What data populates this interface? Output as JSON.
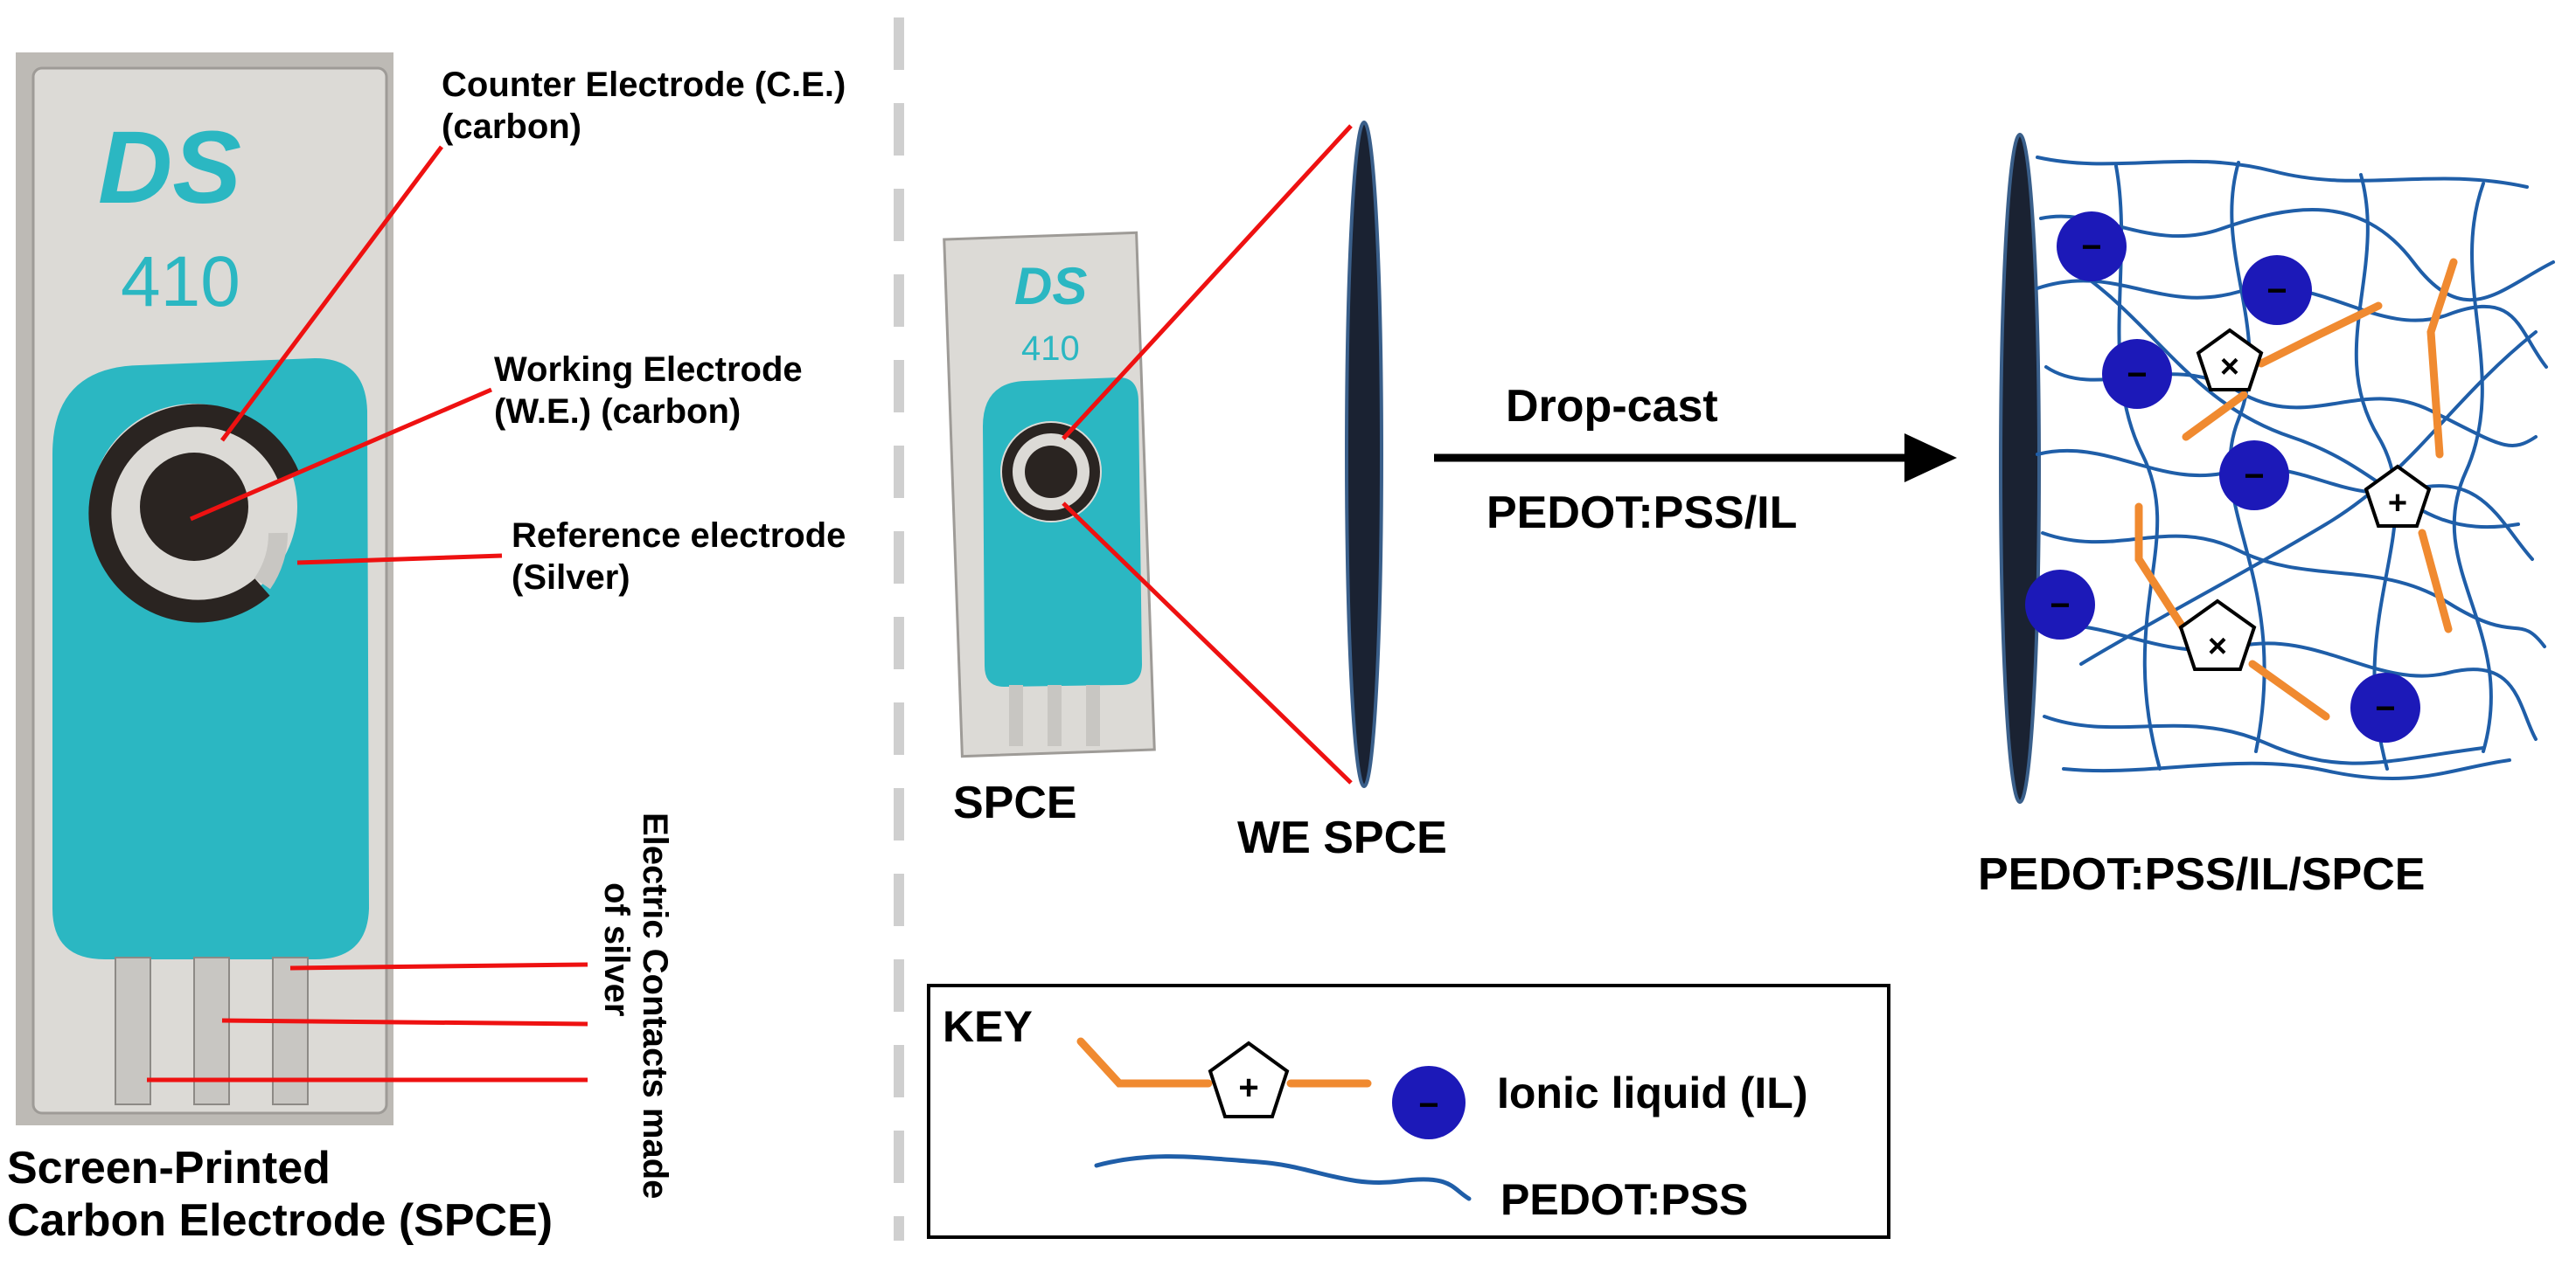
{
  "photo": {
    "brand": "DS",
    "model": "410",
    "labels": {
      "counter_electrode": [
        "Counter Electrode (C.E.)",
        "(carbon)"
      ],
      "working_electrode": [
        "Working Electrode",
        "(W.E.) (carbon)"
      ],
      "reference_electrode": [
        "Reference electrode",
        "(Silver)"
      ],
      "electric_contacts": [
        "Electric Contacts made",
        "of silver"
      ],
      "spce_title": [
        "Screen-Printed",
        "Carbon Electrode (SPCE)"
      ]
    }
  },
  "process": {
    "spce_label": "SPCE",
    "we_spce_label": "WE SPCE",
    "arrow_top_label": "Drop-cast",
    "arrow_bottom_label": "PEDOT:PSS/IL",
    "result_label": "PEDOT:PSS/IL/SPCE"
  },
  "key": {
    "title": "KEY",
    "ionic_liquid_label": "Ionic liquid (IL)",
    "pedot_label": "PEDOT:PSS"
  },
  "symbols": {
    "minus": "−",
    "plus": "+",
    "cross": "×"
  },
  "colors": {
    "electrode_teal": "#2bb7c2",
    "ceramic": "#dcdad6",
    "carbon": "#2a2421",
    "silver": "#c8c6c2",
    "red_line": "#ee1111",
    "anion_blue": "#1c19b8",
    "polymer_blue": "#1f5ea8",
    "cation_orange": "#f08a30"
  }
}
